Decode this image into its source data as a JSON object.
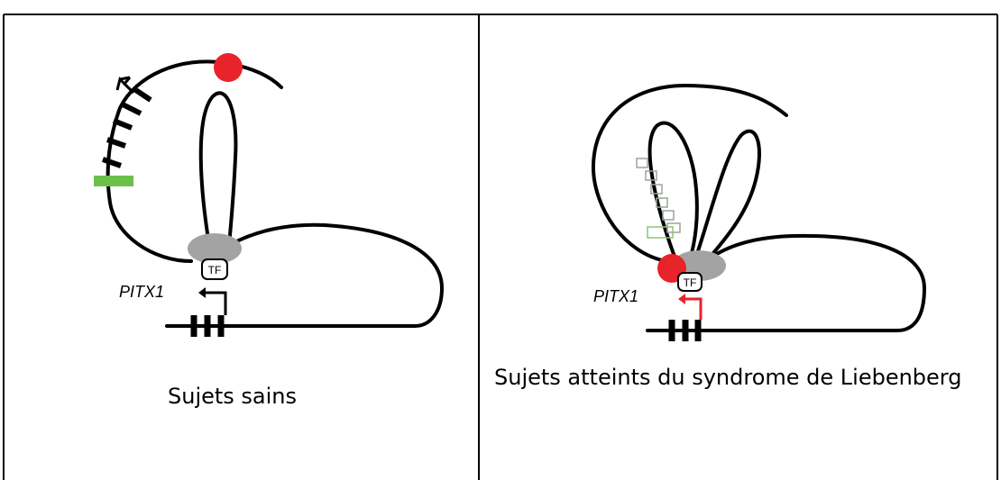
{
  "panels": [
    {
      "id": "healthy",
      "caption": "Sujets sains",
      "gene_label": "PITX1",
      "tf_label": "TF"
    },
    {
      "id": "liebenberg",
      "caption": "Sujets atteints du syndrome de Liebenberg",
      "gene_label": "PITX1",
      "tf_label": "TF"
    }
  ],
  "colors": {
    "red_element": "#e8232a",
    "green_element": "#6cc04a",
    "tf_complex": "#a3a3a3",
    "promoter_arrow_healthy": "#000000",
    "promoter_arrow_affected": "#e8232a"
  }
}
